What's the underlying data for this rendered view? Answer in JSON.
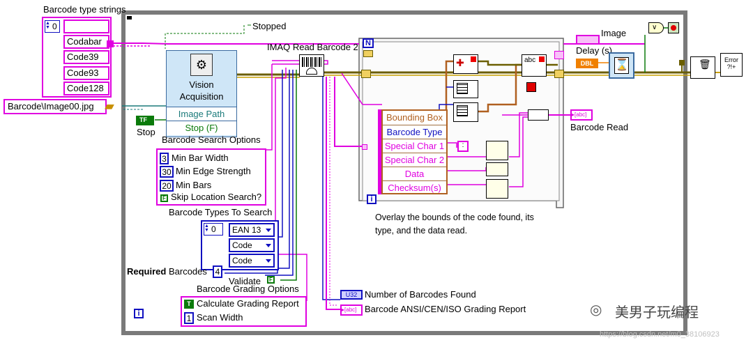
{
  "labels": {
    "barcode_type_strings": "Barcode type strings",
    "stopped": "Stopped",
    "imaq_read_barcode": "IMAQ Read Barcode 2",
    "image": "Image",
    "delay": "Delay (s)",
    "stop": "Stop",
    "barcode_search_options": "Barcode Search Options",
    "barcode_types_to_search": "Barcode Types To Search",
    "required_bold": "Required",
    "barcodes": "Barcodes",
    "validate": "Validate",
    "barcode_grading_options": "Barcode Grading Options",
    "barcode_read": "Barcode Read",
    "overlay_note": "Overlay the bounds of the code found, its type, and the data read.",
    "number_of_barcodes_found": "Number of Barcodes Found",
    "grading_report": "Barcode ANSI/CEN/ISO Grading Report",
    "watermark_text": "美男子玩编程",
    "watermark_url": "https://blog.csdn.net/m0_38106923"
  },
  "barcode_type_array": {
    "index": "0",
    "items": [
      "",
      "Codabar",
      "Code39",
      "Code93",
      "Code128"
    ]
  },
  "image_path": "Barcode\\Image00.jpg",
  "vision_acquisition": {
    "title": "Vision Acquisition",
    "image_path": "Image Path",
    "stop": "Stop (F)"
  },
  "search_options": {
    "values": [
      "3",
      "30",
      "20"
    ],
    "names": [
      "Min Bar Width",
      "Min Edge Strength",
      "Min Bars",
      "Skip Location Search?"
    ],
    "skip_bool": "F"
  },
  "barcode_types_to_search": {
    "index": "0",
    "items": [
      "EAN 13",
      "Code",
      "Code"
    ]
  },
  "required_barcodes": "4",
  "validate_bool": "F",
  "grading_options": {
    "bool": "T",
    "calc": "Calculate Grading Report",
    "width_value": "1",
    "width": "Scan Width"
  },
  "unbundle": [
    "Bounding Box",
    "Barcode Type",
    "Special Char 1",
    "Special Char 2",
    "Data",
    "Checksum(s)"
  ],
  "terminals": {
    "n": "N",
    "i": "i",
    "true": "TF",
    "dbl": "DBL",
    "u32": "U32",
    "string": "abc",
    "stop_small": "F"
  },
  "colors": {
    "wire_string": "#e000e0",
    "wire_image": "#6b5e00",
    "wire_numeric": "#1010c0",
    "wire_bool": "#0a7a0a",
    "wire_error": "#c8a000",
    "wire_cluster": "#b06020",
    "frame": "#777777"
  }
}
